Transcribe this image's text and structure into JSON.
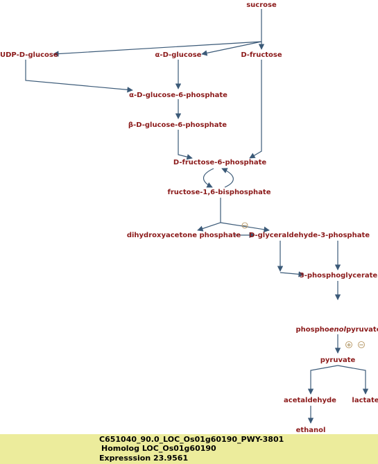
{
  "pathway": {
    "nodes": {
      "sucrose": "sucrose",
      "udp_glucose": "UDP-D-glucose",
      "alpha_glucose": "α-D-glucose",
      "fructose": "D-fructose",
      "alpha_g6p": "α-D-glucose-6-phosphate",
      "beta_g6p": "β-D-glucose-6-phosphate",
      "f6p": "D-fructose-6-phosphate",
      "f16bp": "fructose-1,6-bisphosphate",
      "dhap": "dihydroxyacetone phosphate",
      "g3p": "D-glyceraldehyde-3-phosphate",
      "pg3": "3-phosphoglycerate",
      "pep_pre": "phospho",
      "pep_enol": "enol",
      "pep_post": "pyruvate",
      "pyruvate": "pyruvate",
      "acetaldehyde": "acetaldehyde",
      "lactate": "lactate",
      "ethanol": "ethanol"
    },
    "signs": {
      "minus_a": "−",
      "plus": "+",
      "minus_b": "−"
    }
  },
  "info_panel": {
    "line1": "C651040_90.0_LOC_Os01g60190_PWY-3801",
    "line2": "Homolog LOC_Os01g60190",
    "line3": "Expresssion 23.9561"
  },
  "colors": {
    "node_text": "#8b1a1a",
    "edge": "#3b5a78",
    "info_bg": "#ecec9c"
  }
}
